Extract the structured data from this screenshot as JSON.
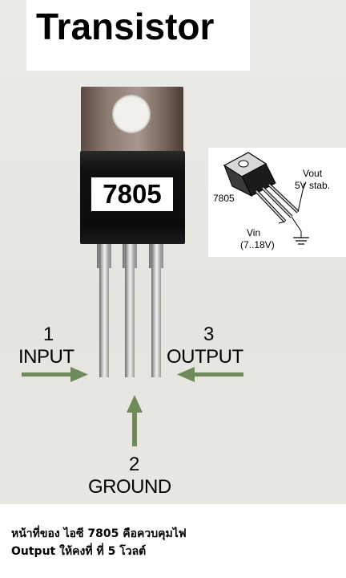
{
  "title": "Transistor",
  "component": {
    "part_label": "7805"
  },
  "inset": {
    "part_label": "7805",
    "vout_line1": "Vout",
    "vout_line2": "5V stab.",
    "vin_line1": "Vin",
    "vin_line2": "(7..18V)"
  },
  "pins": [
    {
      "number": "1",
      "name": "INPUT"
    },
    {
      "number": "2",
      "name": "GROUND"
    },
    {
      "number": "3",
      "name": "OUTPUT"
    }
  ],
  "arrow_color": "#6f8a5a",
  "caption": {
    "line1": "หน้าที่ของ ไอซี 7805 คือควบคุมไฟ",
    "line2": "Output ให้คงที่ ที่ 5 โวลต์"
  }
}
